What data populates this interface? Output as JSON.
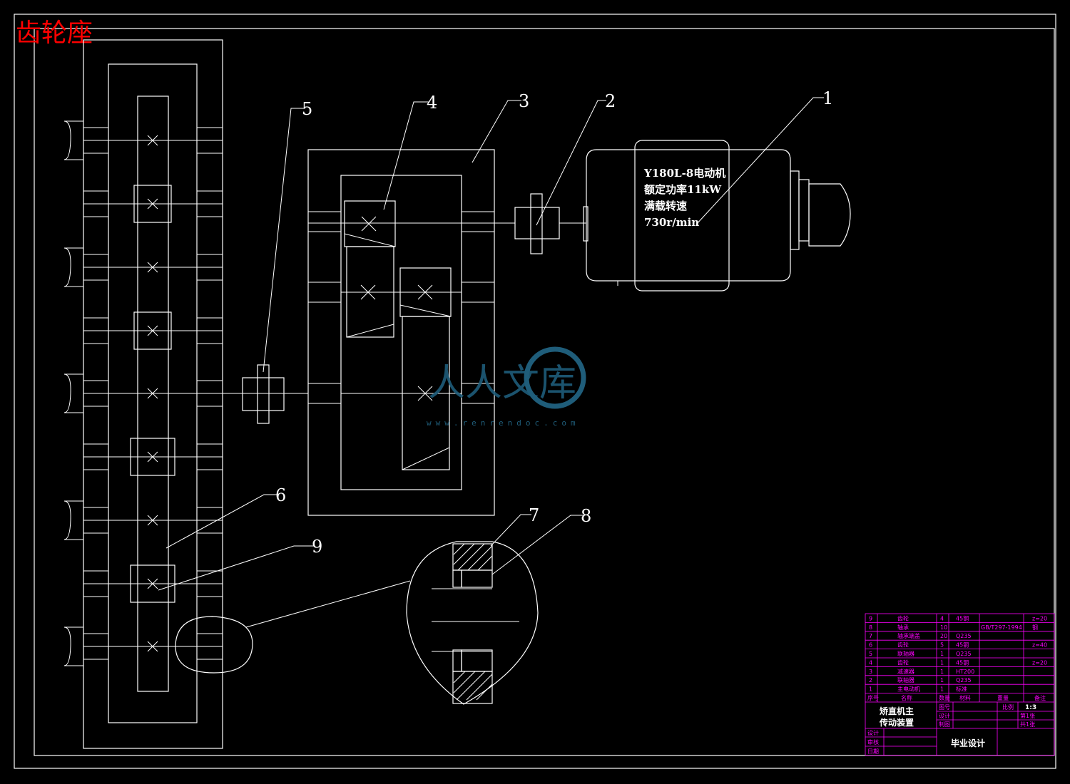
{
  "drawing_title": "齿轮座",
  "motor_label": {
    "line1": "Y180L-8电动机",
    "line2": "额定功率11kW",
    "line3": "满载转速",
    "line4": "730r/min"
  },
  "callouts": [
    "1",
    "2",
    "3",
    "4",
    "5",
    "6",
    "7",
    "8",
    "9"
  ],
  "watermark": {
    "text": "人人文库",
    "url": "www.renrendoc.com"
  },
  "title_block": {
    "parts": [
      {
        "no": "9",
        "name": "齿轮",
        "qty": "4",
        "material": "45钢",
        "std": "",
        "note": "z=20"
      },
      {
        "no": "8",
        "name": "轴承",
        "qty": "10",
        "material": "",
        "std": "GB/T297-1994",
        "note": "钢"
      },
      {
        "no": "7",
        "name": "轴承端盖",
        "qty": "20",
        "material": "Q235",
        "std": "",
        "note": ""
      },
      {
        "no": "6",
        "name": "齿轮",
        "qty": "5",
        "material": "45钢",
        "std": "",
        "note": "z=40"
      },
      {
        "no": "5",
        "name": "联轴器",
        "qty": "1",
        "material": "Q235",
        "std": "",
        "note": ""
      },
      {
        "no": "4",
        "name": "齿轮",
        "qty": "1",
        "material": "45钢",
        "std": "",
        "note": "z=20"
      },
      {
        "no": "3",
        "name": "减速器",
        "qty": "1",
        "material": "HT200",
        "std": "",
        "note": ""
      },
      {
        "no": "2",
        "name": "联轴器",
        "qty": "1",
        "material": "Q235",
        "std": "",
        "note": ""
      },
      {
        "no": "1",
        "name": "主电动机",
        "qty": "1",
        "material": "标准",
        "std": "",
        "note": ""
      }
    ],
    "header": {
      "no": "序号",
      "name": "名称",
      "qty": "数量",
      "material": "材料",
      "weight": "重量",
      "note": "备注"
    },
    "design_title_1": "矫直机主",
    "design_title_2": "传动装置",
    "fig_no_label": "图号",
    "scale_label": "比例",
    "scale_value": "1:3",
    "designer_label": "设计",
    "drafter_label": "制图",
    "reviewer_label": "审核",
    "sheet_label": "第1张",
    "total_label": "共1张",
    "r1": "设计",
    "r2": "审核",
    "r3": "日期",
    "project": "毕业设计"
  }
}
